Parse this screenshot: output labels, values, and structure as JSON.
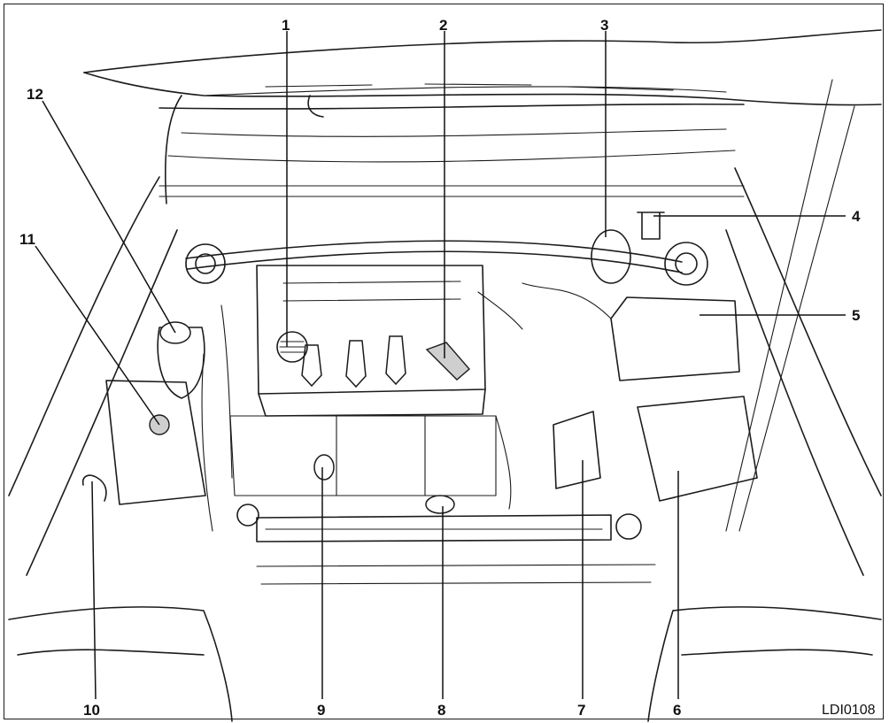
{
  "figure": {
    "id": "LDI0108",
    "callouts": [
      {
        "label": "1"
      },
      {
        "label": "2"
      },
      {
        "label": "3"
      },
      {
        "label": "4"
      },
      {
        "label": "5"
      },
      {
        "label": "6"
      },
      {
        "label": "7"
      },
      {
        "label": "8"
      },
      {
        "label": "9"
      },
      {
        "label": "10"
      },
      {
        "label": "11"
      },
      {
        "label": "12"
      }
    ]
  },
  "colors": {
    "ink": "#1b1b1b",
    "background": "#ffffff"
  }
}
